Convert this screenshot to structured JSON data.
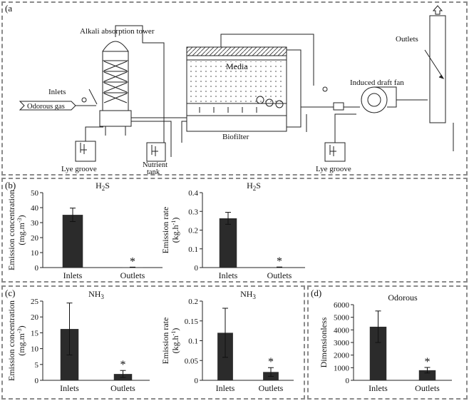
{
  "panels": {
    "a": "(a",
    "b": "(b)",
    "c": "(c)",
    "d": "(d)"
  },
  "diagram": {
    "labels": {
      "tower": "Alkali absorption tower",
      "inlets": "Inlets",
      "odorous_gas": "Odorous gas",
      "lye_groove_left": "Lye groove",
      "nutrient_tank_1": "Nutrient",
      "nutrient_tank_2": "tank",
      "media": "Media",
      "biofilter": "Biofilter",
      "fan": "Induced draft fan",
      "outlets": "Outlets",
      "lye_groove_right": "Lye groove"
    }
  },
  "colors": {
    "bar": "#2b2b2b",
    "panel_border": "#8a8a8a"
  },
  "chart_data": [
    {
      "id": "b1",
      "type": "bar",
      "title": "H2S",
      "title_main": "H",
      "title_sub": "2",
      "title_end": "S",
      "ylabel_1": "Emission concentration",
      "ylabel_2_main": "(mg.m",
      "ylabel_2_sup": "-3",
      "ylabel_2_end": ")",
      "categories": [
        "Inlets",
        "Outlets"
      ],
      "values": [
        35.2,
        0.2
      ],
      "errors": [
        4.5,
        0.1
      ],
      "ylim": [
        0,
        50
      ],
      "yticks": [
        0,
        10,
        20,
        30,
        40,
        50
      ],
      "tick_labels": [
        "0",
        "10",
        "20",
        "30",
        "40",
        "50"
      ],
      "significance": [
        null,
        "*"
      ]
    },
    {
      "id": "b2",
      "type": "bar",
      "title": "H2S",
      "title_main": "H",
      "title_sub": "2",
      "title_end": "S",
      "ylabel_1": "Emission rate",
      "ylabel_2_main": "(kg.h",
      "ylabel_2_sup": "-1",
      "ylabel_2_end": ")",
      "categories": [
        "Inlets",
        "Outlets"
      ],
      "values": [
        0.263,
        0.002
      ],
      "errors": [
        0.032,
        0.001
      ],
      "ylim": [
        0,
        0.4
      ],
      "yticks": [
        0,
        0.1,
        0.2,
        0.3,
        0.4
      ],
      "tick_labels": [
        "0",
        "0.1",
        "0.2",
        "0.3",
        "0.4"
      ],
      "significance": [
        null,
        "*"
      ]
    },
    {
      "id": "c1",
      "type": "bar",
      "title": "NH3",
      "title_main": "NH",
      "title_sub": "3",
      "title_end": "",
      "ylabel_1": "Emission concentration",
      "ylabel_2_main": "(mg.m",
      "ylabel_2_sup": "-3",
      "ylabel_2_end": ")",
      "categories": [
        "Inlets",
        "Outlets"
      ],
      "values": [
        16.2,
        2.0
      ],
      "errors": [
        8.2,
        1.1
      ],
      "ylim": [
        0,
        25
      ],
      "yticks": [
        0,
        5,
        10,
        15,
        20,
        25
      ],
      "tick_labels": [
        "0",
        "5",
        "10",
        "15",
        "20",
        "25"
      ],
      "significance": [
        null,
        "*"
      ]
    },
    {
      "id": "c2",
      "type": "bar",
      "title": "NH3",
      "title_main": "NH",
      "title_sub": "3",
      "title_end": "",
      "ylabel_1": "Emission rate",
      "ylabel_2_main": "(kg.h",
      "ylabel_2_sup": "-1",
      "ylabel_2_end": ")",
      "categories": [
        "Inlets",
        "Outlets"
      ],
      "values": [
        0.12,
        0.021
      ],
      "errors": [
        0.062,
        0.011
      ],
      "ylim": [
        0,
        0.2
      ],
      "yticks": [
        0,
        0.05,
        0.1,
        0.15,
        0.2
      ],
      "tick_labels": [
        "0",
        "0.05",
        "0.1",
        "0.15",
        "0.2"
      ],
      "significance": [
        null,
        "*"
      ]
    },
    {
      "id": "d1",
      "type": "bar",
      "title": "Odorous",
      "title_main": "Odorous",
      "title_sub": "",
      "title_end": "",
      "ylabel_1": "Dimensionless",
      "ylabel_2_main": "",
      "ylabel_2_sup": "",
      "ylabel_2_end": "",
      "categories": [
        "Inlets",
        "Outlets"
      ],
      "values": [
        4250,
        800
      ],
      "errors": [
        1250,
        220
      ],
      "ylim": [
        0,
        6000
      ],
      "yticks": [
        0,
        1000,
        2000,
        3000,
        4000,
        5000,
        6000
      ],
      "tick_labels": [
        "0",
        "1000",
        "2000",
        "3000",
        "4000",
        "5000",
        "6000"
      ],
      "significance": [
        null,
        "*"
      ]
    }
  ]
}
